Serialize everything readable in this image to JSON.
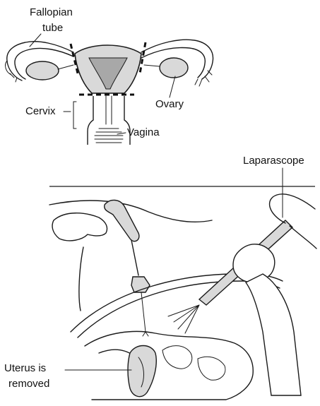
{
  "colors": {
    "line": "#1a1a1a",
    "tissue": "#d9d9d9",
    "tissue_dark": "#a8a8a8",
    "background": "#ffffff"
  },
  "anatomy_diagram": {
    "labels": {
      "fallopian_line1": "Fallopian",
      "fallopian_line2": "tube",
      "ovary": "Ovary",
      "cervix": "Cervix",
      "vagina": "Vagina"
    }
  },
  "procedure_diagram": {
    "labels": {
      "laparascope": "Laparascope",
      "uterus_line1": "Uterus is",
      "uterus_line2": "removed"
    }
  }
}
